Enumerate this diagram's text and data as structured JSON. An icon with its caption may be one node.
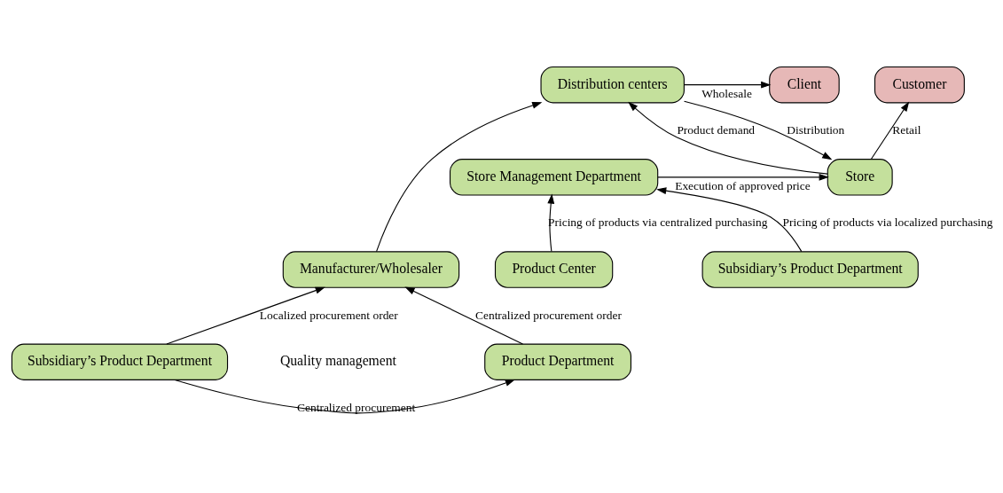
{
  "diagram": {
    "nodes": [
      {
        "text": [
          "Customer"
        ]
      },
      {
        "text": [
          "Store"
        ]
      },
      {
        "text": [
          "Store Management Department"
        ]
      },
      {
        "text": [
          "Client"
        ]
      },
      {
        "text": [
          "Distribution centers"
        ]
      },
      {
        "text": [
          "Manufacturer/Wholesaler"
        ]
      },
      {
        "text": [
          "Product Center"
        ]
      },
      {
        "text": [
          "Subsidiary’s Product Department"
        ]
      },
      {
        "text": [
          "Product Department"
        ]
      },
      {
        "text": [
          "Subsidiary’s Product Department"
        ]
      }
    ],
    "edges": [
      {
        "from": 1,
        "to": 0,
        "arrow": "to",
        "label": "Retail"
      },
      {
        "from": 2,
        "to": 1,
        "arrow": "to",
        "label": "Execution of approved price"
      },
      {
        "from": 1,
        "to": 4,
        "arrow": "to",
        "label": "Product demand"
      },
      {
        "from": 4,
        "to": 1,
        "arrow": "to",
        "label": "Distribution"
      },
      {
        "from": 4,
        "to": 3,
        "arrow": "to",
        "label": "Wholesale"
      },
      {
        "from": 5,
        "to": 4,
        "arrow": "to"
      },
      {
        "from": 6,
        "to": 2,
        "arrow": "to",
        "label": "Pricing of products via centralized purchasing"
      },
      {
        "from": 7,
        "to": 2,
        "arrow": "to",
        "label": "Pricing of products via localized purchasing"
      },
      {
        "from": 8,
        "to": 5,
        "arrow": "to",
        "label": "Centralized procurement order"
      },
      {
        "from": 9,
        "to": 5,
        "arrow": "to",
        "label": "Localized procurement order"
      },
      {
        "from": 9,
        "to": 8,
        "arrow": "to",
        "label": "Centralized procurement"
      }
    ],
    "labels": [
      "Quality management"
    ]
  }
}
